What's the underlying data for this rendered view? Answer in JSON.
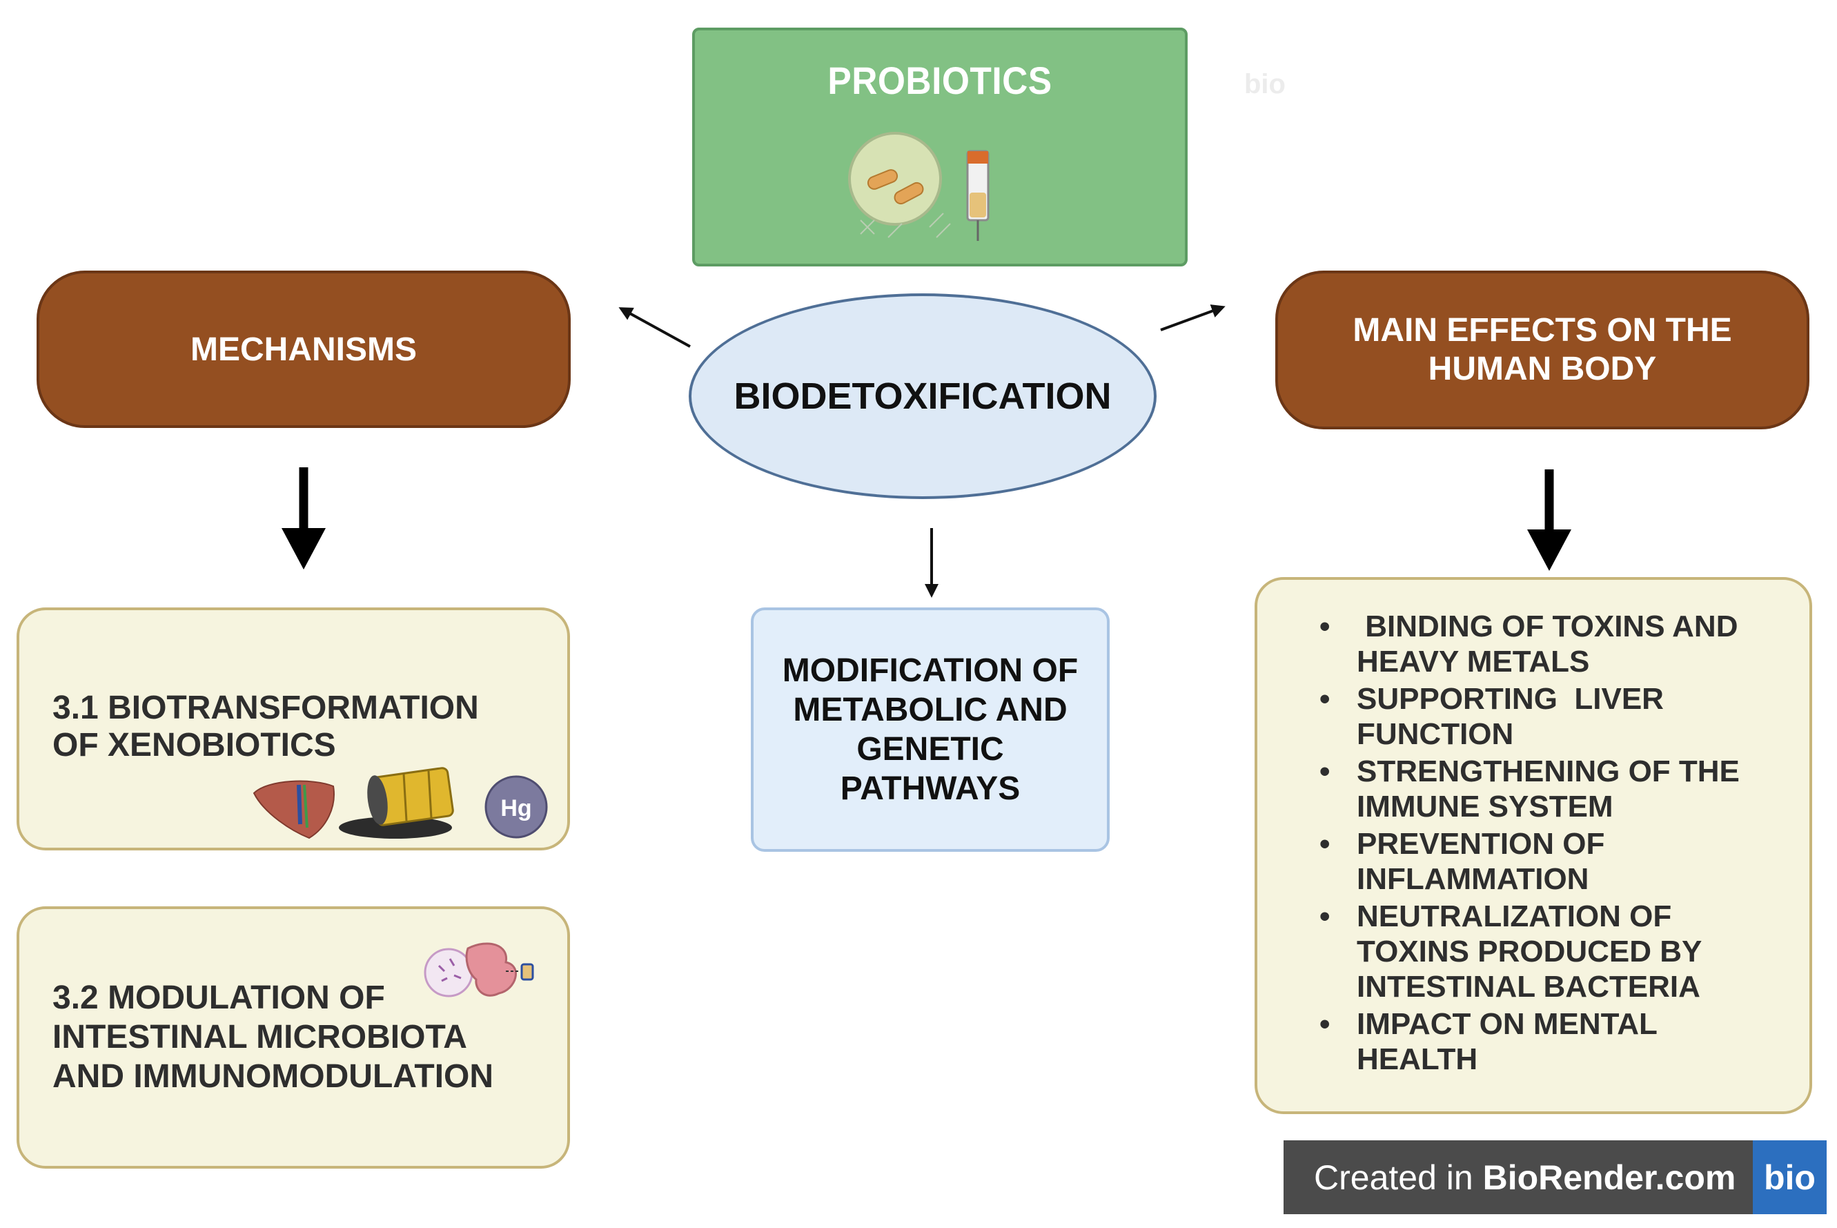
{
  "probiotics": {
    "title": "PROBIOTICS"
  },
  "center": {
    "label": "BIODETOXIFICATION"
  },
  "mechanisms": {
    "title": "MECHANISMS"
  },
  "effects": {
    "title_line1": "MAIN EFFECTS ON THE",
    "title_line2": "HUMAN BODY"
  },
  "xeno": {
    "line1": "3.1 BIOTRANSFORMATION",
    "line2": "OF XENOBIOTICS",
    "mercury_symbol": "Hg"
  },
  "microbiota": {
    "line1": "3.2 MODULATION OF",
    "line2": "INTESTINAL MICROBIOTA",
    "line3": "AND IMMUNOMODULATION"
  },
  "modification": {
    "line1": "MODIFICATION OF",
    "line2": "METABOLIC AND",
    "line3": "GENETIC",
    "line4": "PATHWAYS"
  },
  "effects_list": [
    {
      "line1": " BINDING OF TOXINS AND",
      "line2": "HEAVY METALS"
    },
    {
      "line1": "SUPPORTING  LIVER",
      "line2": "FUNCTION"
    },
    {
      "line1": "STRENGTHENING OF THE",
      "line2": "IMMUNE SYSTEM"
    },
    {
      "line1": "PREVENTION OF",
      "line2": "INFLAMMATION"
    },
    {
      "line1": "NEUTRALIZATION OF",
      "line2": "TOXINS PRODUCED BY",
      "line3": "INTESTINAL BACTERIA"
    },
    {
      "line1": "IMPACT ON MENTAL",
      "line2": "HEALTH"
    }
  ],
  "badge": {
    "prefix": "Created in ",
    "brand": "BioRender.com",
    "logo": "bio"
  },
  "faint_logo": "bio",
  "colors": {
    "probiotics_green": "#82c184",
    "brown": "#944f21",
    "ellipse_blue": "#dde9f6",
    "cream": "#f6f4df",
    "light_blue": "#e2eefa",
    "badge_gray": "#4b4b4b",
    "biorender_blue": "#2c6fbf"
  },
  "icons": [
    "bacteria-petri-dish-icon",
    "test-tube-icon",
    "liver-icon",
    "oil-barrel-icon",
    "mercury-icon",
    "intestine-microbiota-icon"
  ]
}
